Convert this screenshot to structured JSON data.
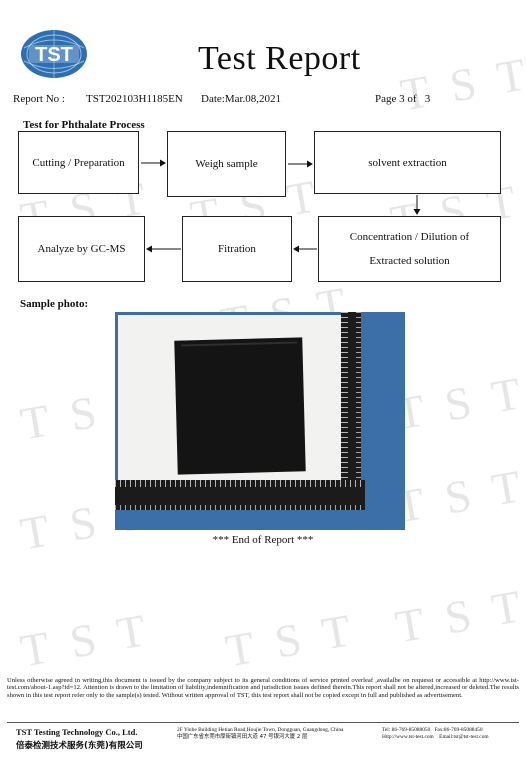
{
  "logo": {
    "text": "TST"
  },
  "title": "Test Report",
  "header": {
    "report_no_label": "Report No :",
    "report_no": "TST202103H1185EN",
    "date": "Date:Mar.08,2021",
    "page": "Page 3 of   3"
  },
  "process": {
    "title": "Test for Phthalate Process",
    "steps": {
      "cutting": "Cutting / Preparation",
      "weigh": "Weigh sample",
      "solvent": "solvent extraction",
      "concentration_line1": "Concentration / Dilution of",
      "concentration_line2": "Extracted solution",
      "filtration": "Fitration",
      "analyze": "Analyze by GC-MS"
    }
  },
  "sample_photo_label": "Sample photo:",
  "end_text": "*** End of Report ***",
  "watermark": "TST",
  "footer": {
    "disclaimer": "Unless otherwise agreed in writing,this document is issued by the company subject to its general conditions of service printed overleaf ,availalbe on requesst or accessible at http://www.tst-test.com/about-1.asp?id=12. Attention is drawn to the limitation of liability,indemnification and jurisdiction issues defined therein.This report shall not be altered,increased or deleted.The results shown in this test report refer only to the sample(s) tested. Without written approval of TST, this test report shall not be copied except in full and published as advertisement.",
    "company_en": "TST Testing Technology Co., Ltd.",
    "company_cn": "倍泰检测技术服务(东莞)有限公司",
    "address_en": "2F Yinhe Building Hetian Road,Houjie Town, Dongguan, Guangdong, China",
    "address_cn": "中国广东省东莞市厚街镇河田大道 47 号银河大厦 2 层",
    "tel": "Tel: 86-769-85088050",
    "fax": "Fax:86-769-85088450",
    "web": "Http://www.tst-test.com",
    "email": "Email:tst@tst-test.com"
  }
}
